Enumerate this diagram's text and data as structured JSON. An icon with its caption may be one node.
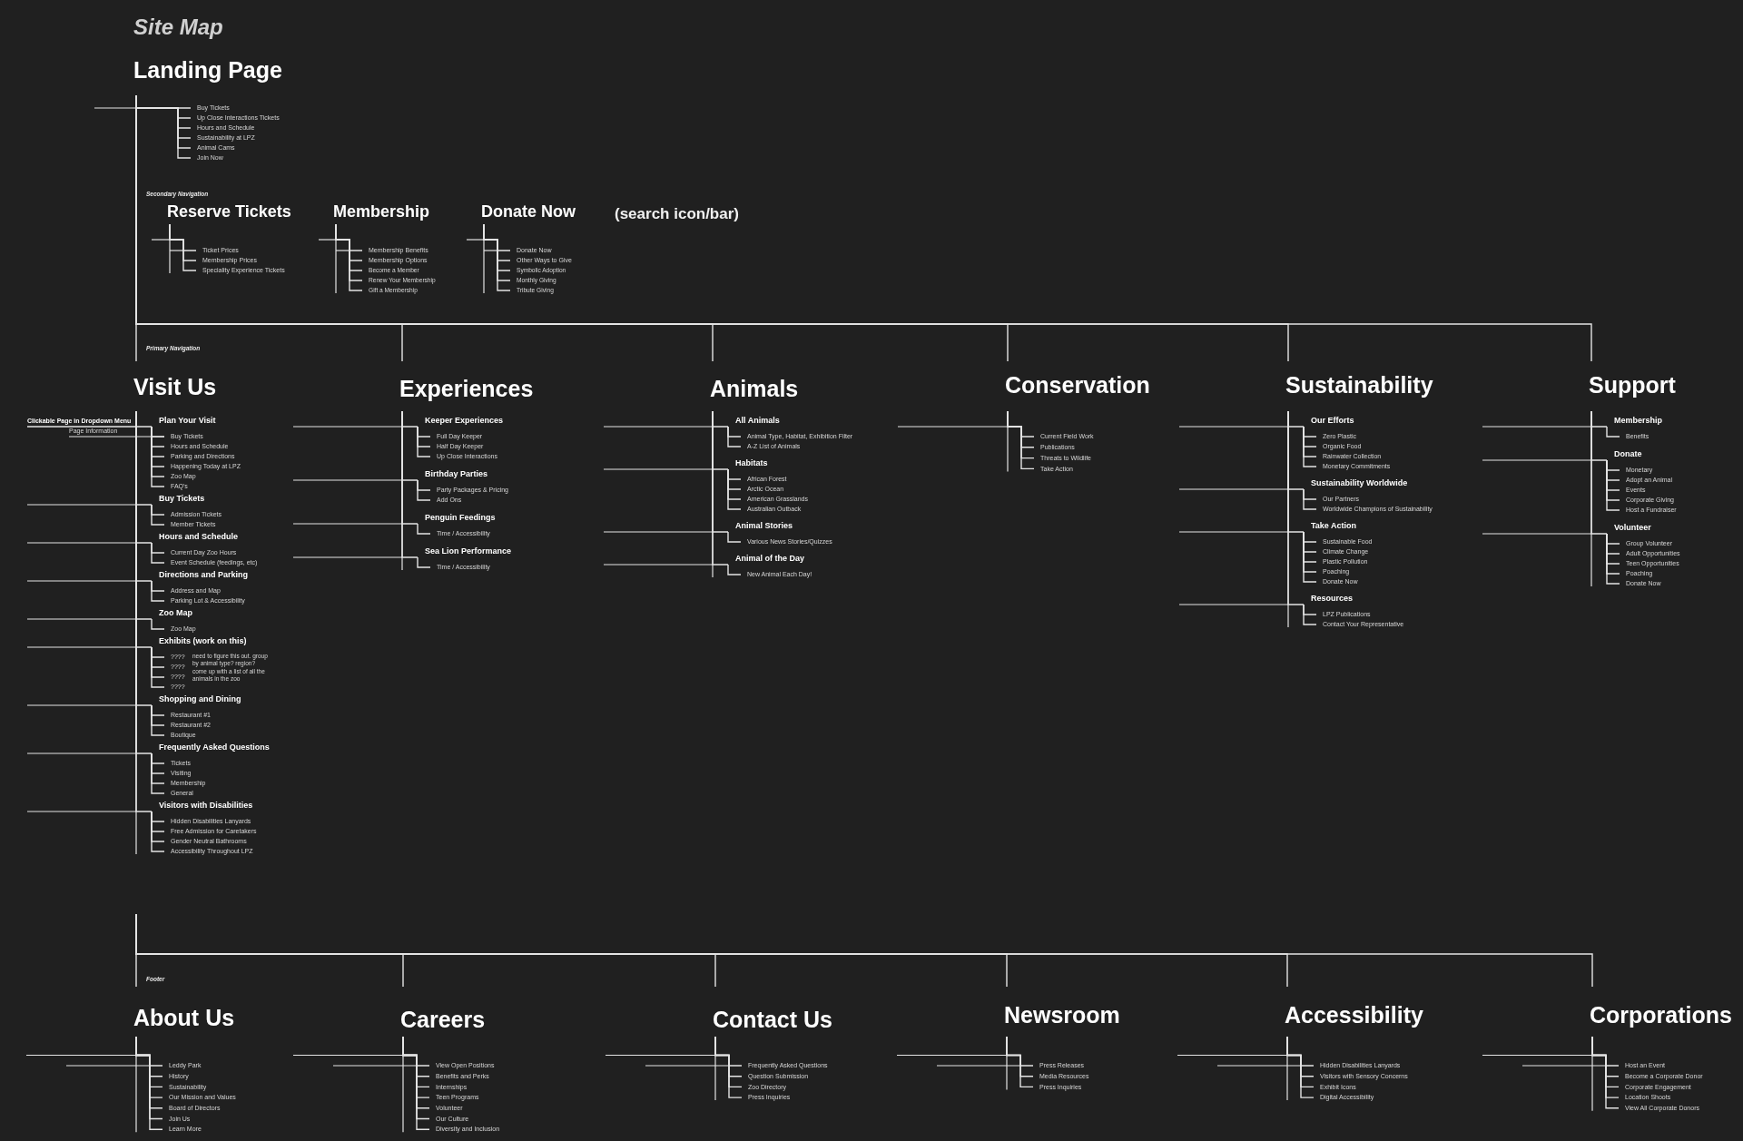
{
  "diagram": {
    "title": "Site Map",
    "nodes": [
      {
        "text": [
          "Landing Page"
        ]
      },
      {
        "text": [
          "Buy Tickets"
        ]
      },
      {
        "text": [
          "Up Close Interactions Tickets"
        ]
      },
      {
        "text": [
          "Hours and Schedule"
        ]
      },
      {
        "text": [
          "Sustainability at LPZ"
        ]
      },
      {
        "text": [
          "Animal Cams"
        ]
      },
      {
        "text": [
          "Join Now"
        ]
      },
      {
        "text": [
          "Reserve Tickets"
        ]
      },
      {
        "text": [
          "Ticket Prices"
        ]
      },
      {
        "text": [
          "Membership Prices"
        ]
      },
      {
        "text": [
          "Speciality Experience Tickets"
        ]
      },
      {
        "text": [
          "Membership"
        ]
      },
      {
        "text": [
          "Membership Benefits"
        ]
      },
      {
        "text": [
          "Membership Options"
        ]
      },
      {
        "text": [
          "Become a Member"
        ]
      },
      {
        "text": [
          "Renew Your Membership"
        ]
      },
      {
        "text": [
          "Gift a Membership"
        ]
      },
      {
        "text": [
          "Donate Now"
        ]
      },
      {
        "text": [
          "Donate Now"
        ]
      },
      {
        "text": [
          "Other Ways to Give"
        ]
      },
      {
        "text": [
          "Symbolic Adoption"
        ]
      },
      {
        "text": [
          "Monthly Giving"
        ]
      },
      {
        "text": [
          "Tribute Giving"
        ]
      },
      {
        "text": [
          "Visit Us"
        ]
      },
      {
        "text": [
          "Plan Your Visit"
        ]
      },
      {
        "text": [
          "Buy Tickets"
        ]
      },
      {
        "text": [
          "Hours and Schedule"
        ]
      },
      {
        "text": [
          "Parking and Directions"
        ]
      },
      {
        "text": [
          "Happening Today at LPZ"
        ]
      },
      {
        "text": [
          "Zoo Map"
        ]
      },
      {
        "text": [
          "FAQ's"
        ]
      },
      {
        "text": [
          "Buy Tickets"
        ]
      },
      {
        "text": [
          "Admission Tickets"
        ]
      },
      {
        "text": [
          "Member Tickets"
        ]
      },
      {
        "text": [
          "Hours and Schedule"
        ]
      },
      {
        "text": [
          "Current Day Zoo Hours"
        ]
      },
      {
        "text": [
          "Event Schedule (feedings, etc)"
        ]
      },
      {
        "text": [
          "Directions and Parking"
        ]
      },
      {
        "text": [
          "Address and Map"
        ]
      },
      {
        "text": [
          "Parking Lot & Accessibility"
        ]
      },
      {
        "text": [
          "Zoo Map"
        ]
      },
      {
        "text": [
          "Zoo Map"
        ]
      },
      {
        "text": [
          "Exhibits (work on this)"
        ]
      },
      {
        "text": [
          "????"
        ]
      },
      {
        "text": [
          "????"
        ]
      },
      {
        "text": [
          "????"
        ]
      },
      {
        "text": [
          "????"
        ]
      },
      {
        "text": [
          "Shopping and Dining"
        ]
      },
      {
        "text": [
          "Restaurant #1"
        ]
      },
      {
        "text": [
          "Restaurant #2"
        ]
      },
      {
        "text": [
          "Boutique"
        ]
      },
      {
        "text": [
          "Frequently Asked Questions"
        ]
      },
      {
        "text": [
          "Tickets"
        ]
      },
      {
        "text": [
          "Visiting"
        ]
      },
      {
        "text": [
          "Membership"
        ]
      },
      {
        "text": [
          "General"
        ]
      },
      {
        "text": [
          "Visitors with Disabilities"
        ]
      },
      {
        "text": [
          "Hidden Disabilities Lanyards"
        ]
      },
      {
        "text": [
          "Free Admission for Caretakers"
        ]
      },
      {
        "text": [
          "Gender Neutral Bathrooms"
        ]
      },
      {
        "text": [
          "Accessibility Throughout LPZ"
        ]
      },
      {
        "text": [
          "Experiences"
        ]
      },
      {
        "text": [
          "Keeper Experiences"
        ]
      },
      {
        "text": [
          "Full Day Keeper"
        ]
      },
      {
        "text": [
          "Half Day Keeper"
        ]
      },
      {
        "text": [
          "Up Close Interactions"
        ]
      },
      {
        "text": [
          "Birthday Parties"
        ]
      },
      {
        "text": [
          "Party Packages & Pricing"
        ]
      },
      {
        "text": [
          "Add Ons"
        ]
      },
      {
        "text": [
          "Penguin Feedings"
        ]
      },
      {
        "text": [
          "Time / Accessibility"
        ]
      },
      {
        "text": [
          "Sea Lion Performance"
        ]
      },
      {
        "text": [
          "Time / Accessibility"
        ]
      },
      {
        "text": [
          "Animals"
        ]
      },
      {
        "text": [
          "All Animals"
        ]
      },
      {
        "text": [
          "Animal Type, Habitat, Exhibition Filter"
        ]
      },
      {
        "text": [
          "A-Z List of Animals"
        ]
      },
      {
        "text": [
          "Habitats"
        ]
      },
      {
        "text": [
          "African Forest"
        ]
      },
      {
        "text": [
          "Arctic Ocean"
        ]
      },
      {
        "text": [
          "American Grasslands"
        ]
      },
      {
        "text": [
          "Australian Outback"
        ]
      },
      {
        "text": [
          "Animal Stories"
        ]
      },
      {
        "text": [
          "Various News Stories/Quizzes"
        ]
      },
      {
        "text": [
          "Animal of the Day"
        ]
      },
      {
        "text": [
          "New Animal Each Day!"
        ]
      },
      {
        "text": [
          "Conservation"
        ]
      },
      {
        "text": [
          "Current Field Work"
        ]
      },
      {
        "text": [
          "Publications"
        ]
      },
      {
        "text": [
          "Threats to Wildlife"
        ]
      },
      {
        "text": [
          "Take Action"
        ]
      },
      {
        "text": [
          "Sustainability"
        ]
      },
      {
        "text": [
          "Our Efforts"
        ]
      },
      {
        "text": [
          "Zero Plastic"
        ]
      },
      {
        "text": [
          "Organic Food"
        ]
      },
      {
        "text": [
          "Rainwater Collection"
        ]
      },
      {
        "text": [
          "Monetary Commitments"
        ]
      },
      {
        "text": [
          "Sustainability Worldwide"
        ]
      },
      {
        "text": [
          "Our Partners"
        ]
      },
      {
        "text": [
          "Worldwide Champions of Sustainability"
        ]
      },
      {
        "text": [
          "Take Action"
        ]
      },
      {
        "text": [
          "Sustainable Food"
        ]
      },
      {
        "text": [
          "Climate Change"
        ]
      },
      {
        "text": [
          "Plastic Pollution"
        ]
      },
      {
        "text": [
          "Poaching"
        ]
      },
      {
        "text": [
          "Donate Now"
        ]
      },
      {
        "text": [
          "Resources"
        ]
      },
      {
        "text": [
          "LPZ Publications"
        ]
      },
      {
        "text": [
          "Contact Your Representative"
        ]
      },
      {
        "text": [
          "Support"
        ]
      },
      {
        "text": [
          "Membership"
        ]
      },
      {
        "text": [
          "Benefits"
        ]
      },
      {
        "text": [
          "Donate"
        ]
      },
      {
        "text": [
          "Monetary"
        ]
      },
      {
        "text": [
          "Adopt an Animal"
        ]
      },
      {
        "text": [
          "Events"
        ]
      },
      {
        "text": [
          "Corporate Giving"
        ]
      },
      {
        "text": [
          "Host a Fundraiser"
        ]
      },
      {
        "text": [
          "Volunteer"
        ]
      },
      {
        "text": [
          "Group Volunteer"
        ]
      },
      {
        "text": [
          "Adult Opportunities"
        ]
      },
      {
        "text": [
          "Teen Opportunities"
        ]
      },
      {
        "text": [
          "Poaching"
        ]
      },
      {
        "text": [
          "Donate Now"
        ]
      },
      {
        "text": [
          "About Us"
        ]
      },
      {
        "text": [
          "Leddy Park"
        ]
      },
      {
        "text": [
          "History"
        ]
      },
      {
        "text": [
          "Sustainability"
        ]
      },
      {
        "text": [
          "Our Mission and Values"
        ]
      },
      {
        "text": [
          "Board of Directors"
        ]
      },
      {
        "text": [
          "Join Us"
        ]
      },
      {
        "text": [
          "Learn More"
        ]
      },
      {
        "text": [
          "Careers"
        ]
      },
      {
        "text": [
          "View Open Positions"
        ]
      },
      {
        "text": [
          "Benefits and Perks"
        ]
      },
      {
        "text": [
          "Internships"
        ]
      },
      {
        "text": [
          "Teen Programs"
        ]
      },
      {
        "text": [
          "Volunteer"
        ]
      },
      {
        "text": [
          "Our Culture"
        ]
      },
      {
        "text": [
          "Diversity and Inclusion"
        ]
      },
      {
        "text": [
          "Contact Us"
        ]
      },
      {
        "text": [
          "Frequently Asked Questions"
        ]
      },
      {
        "text": [
          "Question Submission"
        ]
      },
      {
        "text": [
          "Zoo Directory"
        ]
      },
      {
        "text": [
          "Press Inquiries"
        ]
      },
      {
        "text": [
          "Newsroom"
        ]
      },
      {
        "text": [
          "Press Releases"
        ]
      },
      {
        "text": [
          "Media Resources"
        ]
      },
      {
        "text": [
          "Press Inquiries"
        ]
      },
      {
        "text": [
          "Accessibility"
        ]
      },
      {
        "text": [
          "Hidden Disabilities Lanyards"
        ]
      },
      {
        "text": [
          "Visitors with Sensory Concerns"
        ]
      },
      {
        "text": [
          "Exhibit Icons"
        ]
      },
      {
        "text": [
          "Digital Accessibility"
        ]
      },
      {
        "text": [
          "Corporations"
        ]
      },
      {
        "text": [
          "Host an Event"
        ]
      },
      {
        "text": [
          "Become a Corporate Donor"
        ]
      },
      {
        "text": [
          "Corporate Engagement"
        ]
      },
      {
        "text": [
          "Location Shoots"
        ]
      },
      {
        "text": [
          "View All Corporate Donors"
        ]
      }
    ],
    "edges": [
      {
        "from": 0,
        "to": 1,
        "arrow": "none"
      },
      {
        "from": 0,
        "to": 2,
        "arrow": "none"
      },
      {
        "from": 0,
        "to": 3,
        "arrow": "none"
      },
      {
        "from": 0,
        "to": 4,
        "arrow": "none"
      },
      {
        "from": 0,
        "to": 5,
        "arrow": "none"
      },
      {
        "from": 0,
        "to": 6,
        "arrow": "none"
      },
      {
        "from": 7,
        "to": 8,
        "arrow": "none"
      },
      {
        "from": 7,
        "to": 9,
        "arrow": "none"
      },
      {
        "from": 7,
        "to": 10,
        "arrow": "none"
      },
      {
        "from": 11,
        "to": 12,
        "arrow": "none"
      },
      {
        "from": 11,
        "to": 13,
        "arrow": "none"
      },
      {
        "from": 11,
        "to": 14,
        "arrow": "none"
      },
      {
        "from": 11,
        "to": 15,
        "arrow": "none"
      },
      {
        "from": 11,
        "to": 16,
        "arrow": "none"
      },
      {
        "from": 17,
        "to": 18,
        "arrow": "none"
      },
      {
        "from": 17,
        "to": 19,
        "arrow": "none"
      },
      {
        "from": 17,
        "to": 20,
        "arrow": "none"
      },
      {
        "from": 17,
        "to": 21,
        "arrow": "none"
      },
      {
        "from": 17,
        "to": 22,
        "arrow": "none"
      },
      {
        "from": 0,
        "to": 23,
        "arrow": "none"
      },
      {
        "from": 0,
        "to": 61,
        "arrow": "none"
      },
      {
        "from": 0,
        "to": 73,
        "arrow": "none"
      },
      {
        "from": 0,
        "to": 86,
        "arrow": "none"
      },
      {
        "from": 0,
        "to": 91,
        "arrow": "none"
      },
      {
        "from": 0,
        "to": 109,
        "arrow": "none"
      },
      {
        "from": 23,
        "to": 24,
        "arrow": "none"
      },
      {
        "from": 23,
        "to": 31,
        "arrow": "none"
      },
      {
        "from": 23,
        "to": 34,
        "arrow": "none"
      },
      {
        "from": 23,
        "to": 37,
        "arrow": "none"
      },
      {
        "from": 23,
        "to": 40,
        "arrow": "none"
      },
      {
        "from": 23,
        "to": 42,
        "arrow": "none"
      },
      {
        "from": 23,
        "to": 47,
        "arrow": "none"
      },
      {
        "from": 23,
        "to": 51,
        "arrow": "none"
      },
      {
        "from": 23,
        "to": 56,
        "arrow": "none"
      },
      {
        "from": 24,
        "to": 25,
        "arrow": "none"
      },
      {
        "from": 24,
        "to": 26,
        "arrow": "none"
      },
      {
        "from": 24,
        "to": 27,
        "arrow": "none"
      },
      {
        "from": 24,
        "to": 28,
        "arrow": "none"
      },
      {
        "from": 24,
        "to": 29,
        "arrow": "none"
      },
      {
        "from": 24,
        "to": 30,
        "arrow": "none"
      },
      {
        "from": 31,
        "to": 32,
        "arrow": "none"
      },
      {
        "from": 31,
        "to": 33,
        "arrow": "none"
      },
      {
        "from": 34,
        "to": 35,
        "arrow": "none"
      },
      {
        "from": 34,
        "to": 36,
        "arrow": "none"
      },
      {
        "from": 37,
        "to": 38,
        "arrow": "none"
      },
      {
        "from": 37,
        "to": 39,
        "arrow": "none"
      },
      {
        "from": 40,
        "to": 41,
        "arrow": "none"
      },
      {
        "from": 42,
        "to": 43,
        "arrow": "none"
      },
      {
        "from": 42,
        "to": 44,
        "arrow": "none"
      },
      {
        "from": 42,
        "to": 45,
        "arrow": "none"
      },
      {
        "from": 42,
        "to": 46,
        "arrow": "none"
      },
      {
        "from": 47,
        "to": 48,
        "arrow": "none"
      },
      {
        "from": 47,
        "to": 49,
        "arrow": "none"
      },
      {
        "from": 47,
        "to": 50,
        "arrow": "none"
      },
      {
        "from": 51,
        "to": 52,
        "arrow": "none"
      },
      {
        "from": 51,
        "to": 53,
        "arrow": "none"
      },
      {
        "from": 51,
        "to": 54,
        "arrow": "none"
      },
      {
        "from": 51,
        "to": 55,
        "arrow": "none"
      },
      {
        "from": 56,
        "to": 57,
        "arrow": "none"
      },
      {
        "from": 56,
        "to": 58,
        "arrow": "none"
      },
      {
        "from": 56,
        "to": 59,
        "arrow": "none"
      },
      {
        "from": 56,
        "to": 60,
        "arrow": "none"
      },
      {
        "from": 61,
        "to": 62,
        "arrow": "none"
      },
      {
        "from": 61,
        "to": 66,
        "arrow": "none"
      },
      {
        "from": 61,
        "to": 69,
        "arrow": "none"
      },
      {
        "from": 61,
        "to": 71,
        "arrow": "none"
      },
      {
        "from": 62,
        "to": 63,
        "arrow": "none"
      },
      {
        "from": 62,
        "to": 64,
        "arrow": "none"
      },
      {
        "from": 62,
        "to": 65,
        "arrow": "none"
      },
      {
        "from": 66,
        "to": 67,
        "arrow": "none"
      },
      {
        "from": 66,
        "to": 68,
        "arrow": "none"
      },
      {
        "from": 69,
        "to": 70,
        "arrow": "none"
      },
      {
        "from": 71,
        "to": 72,
        "arrow": "none"
      },
      {
        "from": 73,
        "to": 74,
        "arrow": "none"
      },
      {
        "from": 73,
        "to": 77,
        "arrow": "none"
      },
      {
        "from": 73,
        "to": 82,
        "arrow": "none"
      },
      {
        "from": 73,
        "to": 84,
        "arrow": "none"
      },
      {
        "from": 74,
        "to": 75,
        "arrow": "none"
      },
      {
        "from": 74,
        "to": 76,
        "arrow": "none"
      },
      {
        "from": 77,
        "to": 78,
        "arrow": "none"
      },
      {
        "from": 77,
        "to": 79,
        "arrow": "none"
      },
      {
        "from": 77,
        "to": 80,
        "arrow": "none"
      },
      {
        "from": 77,
        "to": 81,
        "arrow": "none"
      },
      {
        "from": 82,
        "to": 83,
        "arrow": "none"
      },
      {
        "from": 84,
        "to": 85,
        "arrow": "none"
      },
      {
        "from": 86,
        "to": 87,
        "arrow": "none"
      },
      {
        "from": 86,
        "to": 88,
        "arrow": "none"
      },
      {
        "from": 86,
        "to": 89,
        "arrow": "none"
      },
      {
        "from": 86,
        "to": 90,
        "arrow": "none"
      },
      {
        "from": 91,
        "to": 92,
        "arrow": "none"
      },
      {
        "from": 91,
        "to": 97,
        "arrow": "none"
      },
      {
        "from": 91,
        "to": 100,
        "arrow": "none"
      },
      {
        "from": 91,
        "to": 106,
        "arrow": "none"
      },
      {
        "from": 92,
        "to": 93,
        "arrow": "none"
      },
      {
        "from": 92,
        "to": 94,
        "arrow": "none"
      },
      {
        "from": 92,
        "to": 95,
        "arrow": "none"
      },
      {
        "from": 92,
        "to": 96,
        "arrow": "none"
      },
      {
        "from": 97,
        "to": 98,
        "arrow": "none"
      },
      {
        "from": 97,
        "to": 99,
        "arrow": "none"
      },
      {
        "from": 100,
        "to": 101,
        "arrow": "none"
      },
      {
        "from": 100,
        "to": 102,
        "arrow": "none"
      },
      {
        "from": 100,
        "to": 103,
        "arrow": "none"
      },
      {
        "from": 100,
        "to": 104,
        "arrow": "none"
      },
      {
        "from": 100,
        "to": 105,
        "arrow": "none"
      },
      {
        "from": 106,
        "to": 107,
        "arrow": "none"
      },
      {
        "from": 106,
        "to": 108,
        "arrow": "none"
      },
      {
        "from": 109,
        "to": 110,
        "arrow": "none"
      },
      {
        "from": 109,
        "to": 112,
        "arrow": "none"
      },
      {
        "from": 109,
        "to": 118,
        "arrow": "none"
      },
      {
        "from": 110,
        "to": 111,
        "arrow": "none"
      },
      {
        "from": 112,
        "to": 113,
        "arrow": "none"
      },
      {
        "from": 112,
        "to": 114,
        "arrow": "none"
      },
      {
        "from": 112,
        "to": 115,
        "arrow": "none"
      },
      {
        "from": 112,
        "to": 116,
        "arrow": "none"
      },
      {
        "from": 112,
        "to": 117,
        "arrow": "none"
      },
      {
        "from": 118,
        "to": 119,
        "arrow": "none"
      },
      {
        "from": 118,
        "to": 120,
        "arrow": "none"
      },
      {
        "from": 118,
        "to": 121,
        "arrow": "none"
      },
      {
        "from": 118,
        "to": 122,
        "arrow": "none"
      },
      {
        "from": 118,
        "to": 123,
        "arrow": "none"
      },
      {
        "from": null,
        "to": 124,
        "arrow": "none"
      },
      {
        "from": null,
        "to": 132,
        "arrow": "none"
      },
      {
        "from": null,
        "to": 140,
        "arrow": "none"
      },
      {
        "from": null,
        "to": 145,
        "arrow": "none"
      },
      {
        "from": null,
        "to": 149,
        "arrow": "none"
      },
      {
        "from": null,
        "to": 154,
        "arrow": "none"
      },
      {
        "from": 124,
        "to": 125,
        "arrow": "none"
      },
      {
        "from": 124,
        "to": 126,
        "arrow": "none"
      },
      {
        "from": 124,
        "to": 127,
        "arrow": "none"
      },
      {
        "from": 124,
        "to": 128,
        "arrow": "none"
      },
      {
        "from": 124,
        "to": 129,
        "arrow": "none"
      },
      {
        "from": 124,
        "to": 130,
        "arrow": "none"
      },
      {
        "from": 124,
        "to": 131,
        "arrow": "none"
      },
      {
        "from": 132,
        "to": 133,
        "arrow": "none"
      },
      {
        "from": 132,
        "to": 134,
        "arrow": "none"
      },
      {
        "from": 132,
        "to": 135,
        "arrow": "none"
      },
      {
        "from": 132,
        "to": 136,
        "arrow": "none"
      },
      {
        "from": 132,
        "to": 137,
        "arrow": "none"
      },
      {
        "from": 132,
        "to": 138,
        "arrow": "none"
      },
      {
        "from": 132,
        "to": 139,
        "arrow": "none"
      },
      {
        "from": 140,
        "to": 141,
        "arrow": "none"
      },
      {
        "from": 140,
        "to": 142,
        "arrow": "none"
      },
      {
        "from": 140,
        "to": 143,
        "arrow": "none"
      },
      {
        "from": 140,
        "to": 144,
        "arrow": "none"
      },
      {
        "from": 145,
        "to": 146,
        "arrow": "none"
      },
      {
        "from": 145,
        "to": 147,
        "arrow": "none"
      },
      {
        "from": 145,
        "to": 148,
        "arrow": "none"
      },
      {
        "from": 149,
        "to": 150,
        "arrow": "none"
      },
      {
        "from": 149,
        "to": 151,
        "arrow": "none"
      },
      {
        "from": 149,
        "to": 152,
        "arrow": "none"
      },
      {
        "from": 149,
        "to": 153,
        "arrow": "none"
      },
      {
        "from": 154,
        "to": 155,
        "arrow": "none"
      },
      {
        "from": 154,
        "to": 156,
        "arrow": "none"
      },
      {
        "from": 154,
        "to": 157,
        "arrow": "none"
      },
      {
        "from": 154,
        "to": 158,
        "arrow": "none"
      },
      {
        "from": 154,
        "to": 159,
        "arrow": "none"
      }
    ],
    "labels": [
      "Secondary Navigation",
      "(search icon/bar)",
      "Primary Navigation",
      "need to figure this out. group by animal type? region? come up with a list of all the animals in the zoo",
      "Footer"
    ],
    "legend": [
      {
        "text": "Clickable Page in Dropdown Menu"
      },
      {
        "text": "Page Information"
      }
    ]
  }
}
